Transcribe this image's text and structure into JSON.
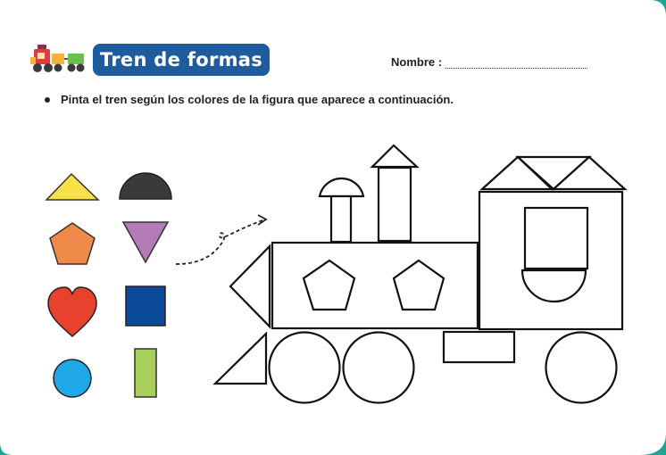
{
  "header": {
    "title": "Tren de formas",
    "name_label": "Nombre :"
  },
  "instruction": "Pinta el tren según los colores de la figura que aparece a continuación.",
  "legend_shapes": [
    {
      "shape": "triangle",
      "color": "#f7e04a"
    },
    {
      "shape": "semicircle",
      "color": "#3a3a3a"
    },
    {
      "shape": "pentagon",
      "color": "#f08a4b"
    },
    {
      "shape": "inverted-triangle",
      "color": "#b57ab8"
    },
    {
      "shape": "heart",
      "color": "#e8412e"
    },
    {
      "shape": "square",
      "color": "#0b4a9a"
    },
    {
      "shape": "circle",
      "color": "#1fa8e8"
    },
    {
      "shape": "rectangle",
      "color": "#a8cf5a"
    }
  ],
  "colors": {
    "accent": "#1f5c9e",
    "corner": "#1aa595"
  }
}
